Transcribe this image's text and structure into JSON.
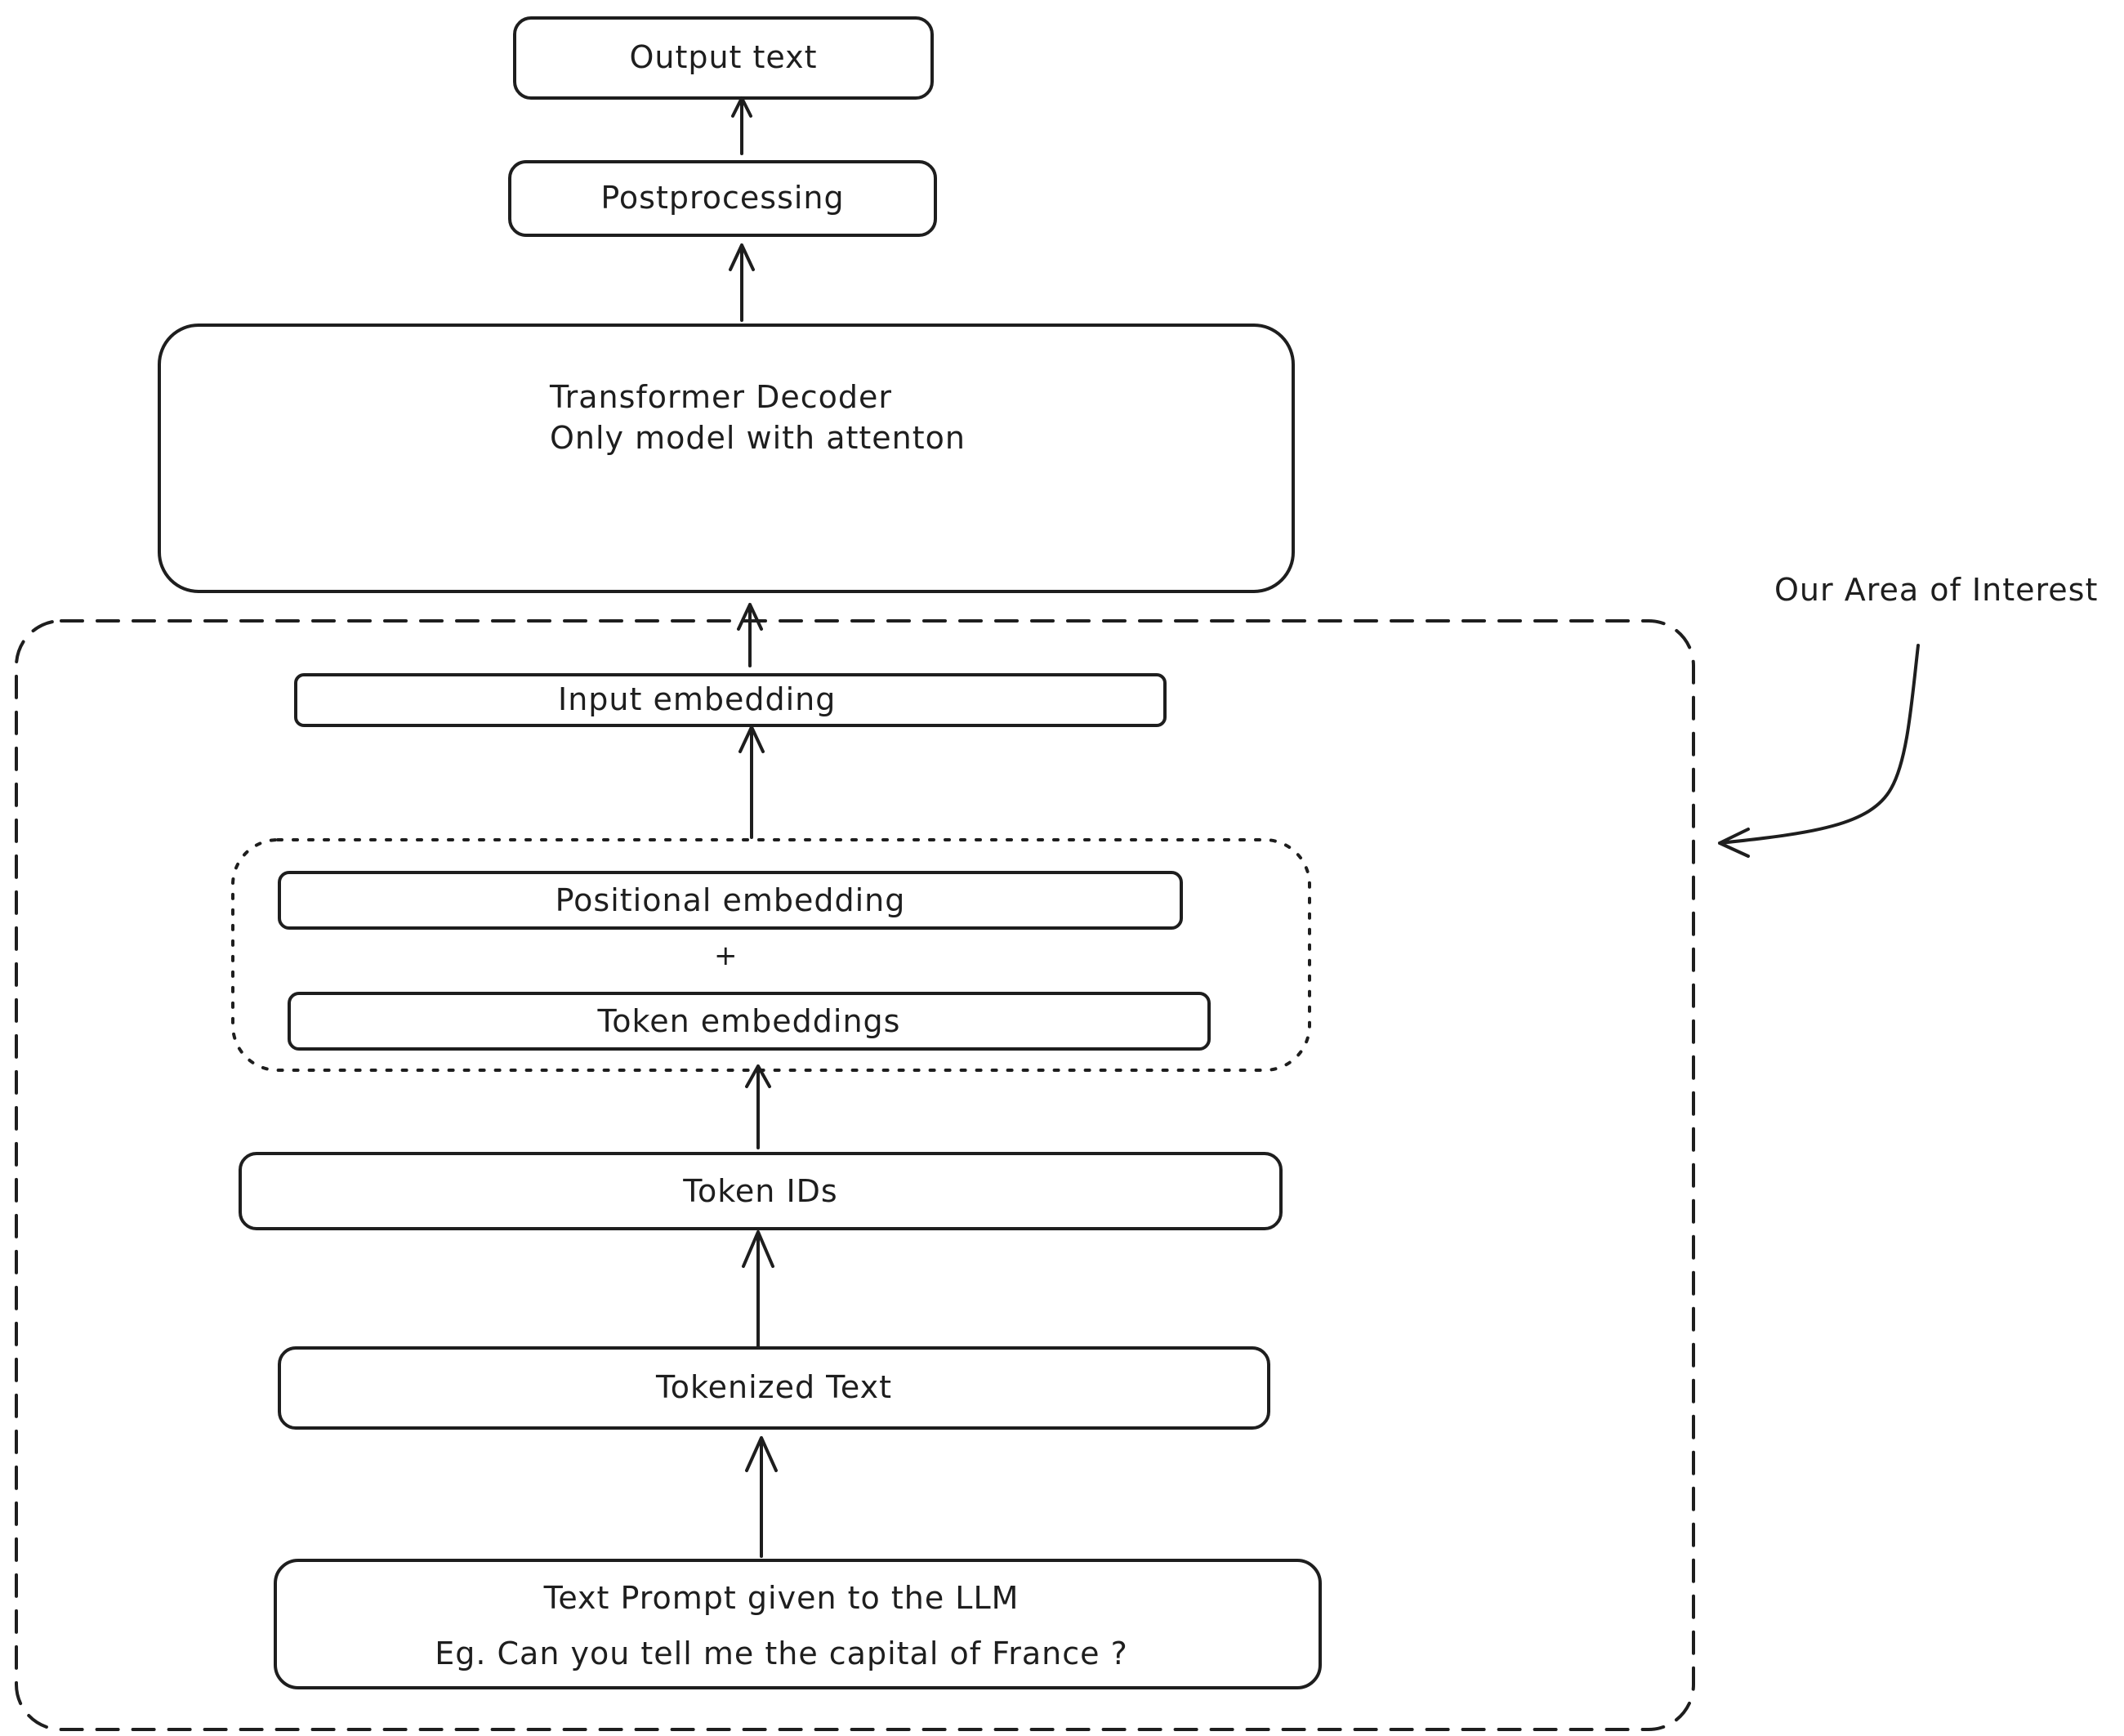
{
  "nodes": {
    "output_text": "Output text",
    "postprocessing": "Postprocessing",
    "transformer_line1": "Transformer Decoder",
    "transformer_line2": "Only model with attenton",
    "input_embedding": "Input embedding",
    "positional_embedding": "Positional embedding",
    "plus": "+",
    "token_embeddings": "Token embeddings",
    "token_ids": "Token IDs",
    "tokenized_text": "Tokenized Text",
    "prompt_line1": "Text Prompt given to the LLM",
    "prompt_line2": "Eg. Can you tell me the capital of France ?"
  },
  "annotation": {
    "area_label": "Our Area of Interest"
  }
}
